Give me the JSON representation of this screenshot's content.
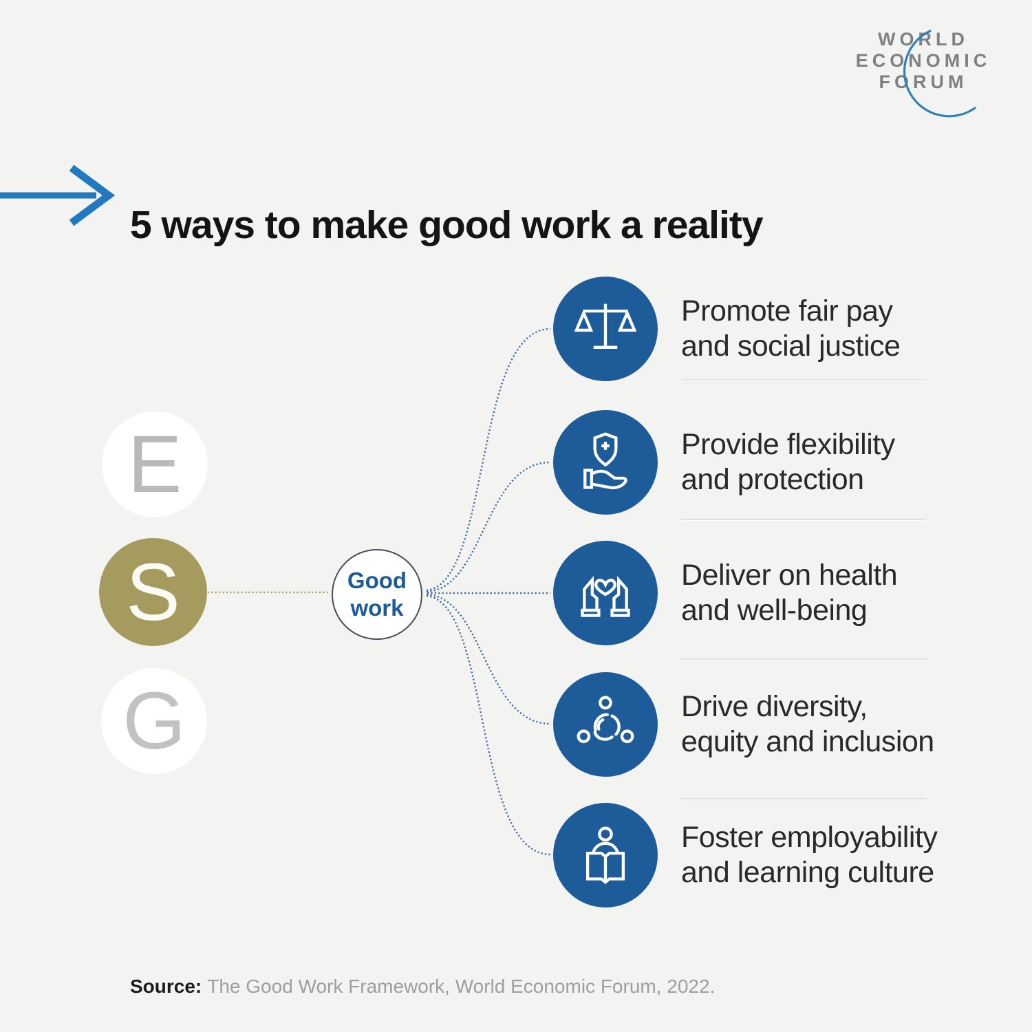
{
  "brand": {
    "logo_lines": [
      "WORLD",
      "ECONOMIC",
      "FORUM"
    ],
    "logo_swoosh_icon": "wef-swoosh-icon"
  },
  "header": {
    "title": "5 ways to make good work a reality",
    "arrow_icon": "right-arrow-icon"
  },
  "esg_column": {
    "items": [
      {
        "letter": "E"
      },
      {
        "letter": "S"
      },
      {
        "letter": "G"
      }
    ],
    "highlighted_letter": "S"
  },
  "hub": {
    "line1": "Good",
    "line2": "work"
  },
  "ways": [
    {
      "icon": "scales-icon",
      "line1": "Promote fair pay",
      "line2": "and social justice"
    },
    {
      "icon": "shield-hand-icon",
      "line1": "Provide flexibility",
      "line2": "and protection"
    },
    {
      "icon": "hands-heart-icon",
      "line1": "Deliver on health",
      "line2": "and well-being"
    },
    {
      "icon": "diversity-icon",
      "line1": "Drive diversity,",
      "line2": "equity and inclusion"
    },
    {
      "icon": "person-book-icon",
      "line1": "Foster employability",
      "line2": "and learning culture"
    }
  ],
  "footer": {
    "source_label": "Source:",
    "source_text": "The Good Work Framework, World Economic Forum, 2022."
  },
  "colors": {
    "background": "#f3f3f1",
    "node_blue": "#1d5c99",
    "arrow_blue": "#2279bd",
    "swoosh_blue": "#2e81b8",
    "connector_blue": "#3c6ba3",
    "olive": "#a69b5e",
    "hub_text_blue": "#1d5a9a",
    "logo_gray": "#7e8083",
    "esg_letter_gray": "#b9b9b9",
    "label_dark": "#292929",
    "source_gray": "#9e9e9e"
  }
}
